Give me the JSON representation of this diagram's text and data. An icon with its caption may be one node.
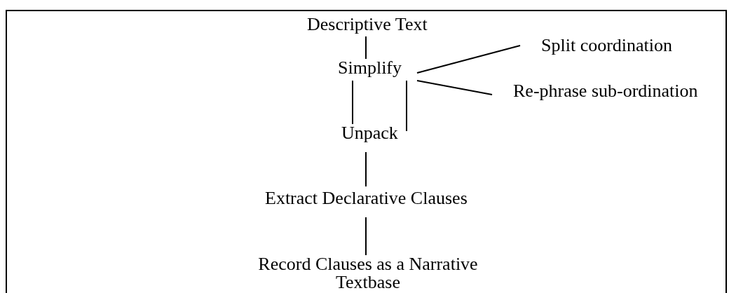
{
  "diagram": {
    "nodes": [
      {
        "text": [
          "Descriptive Text"
        ]
      },
      {
        "text": [
          "Simplify"
        ]
      },
      {
        "text": [
          "Split coordination"
        ]
      },
      {
        "text": [
          "Re-phrase sub-ordination"
        ]
      },
      {
        "text": [
          "Unpack"
        ]
      },
      {
        "text": [
          "Extract Declarative Clauses"
        ]
      },
      {
        "text": [
          "Record Clauses as a Narrative Textbase"
        ]
      }
    ],
    "edges": [
      {
        "from": 0,
        "to": 1,
        "arrow": "none"
      },
      {
        "from": 1,
        "to": 2,
        "arrow": "none"
      },
      {
        "from": 1,
        "to": 3,
        "arrow": "none"
      },
      {
        "from": 1,
        "to": 4,
        "arrow": "none"
      },
      {
        "from": 4,
        "to": 1,
        "arrow": "none"
      },
      {
        "from": 4,
        "to": 5,
        "arrow": "none"
      },
      {
        "from": 5,
        "to": 6,
        "arrow": "none"
      }
    ]
  }
}
